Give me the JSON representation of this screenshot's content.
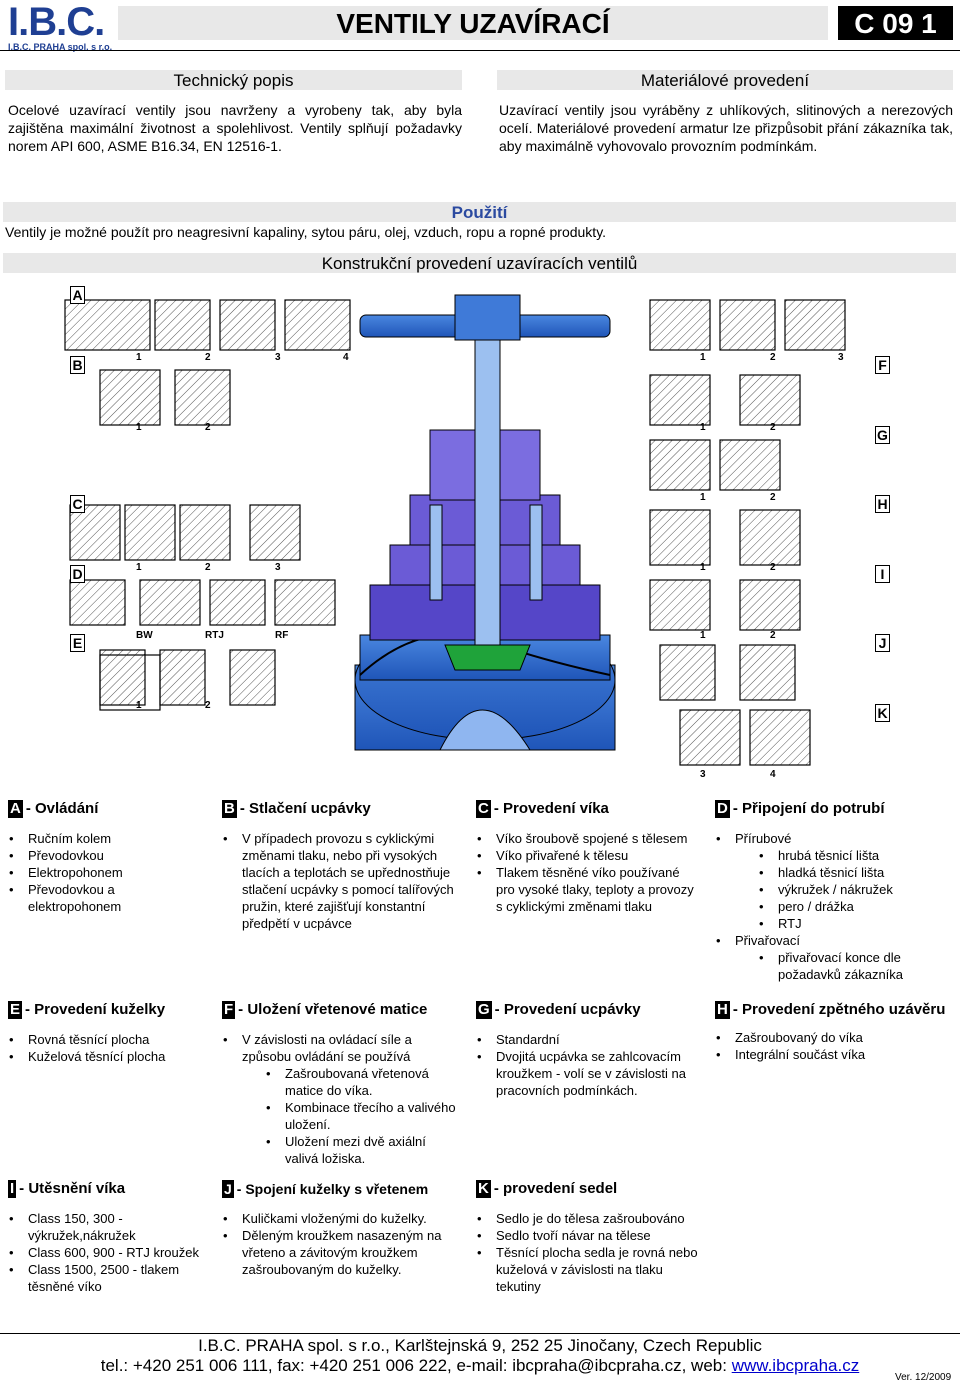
{
  "header": {
    "logo_text": "I.B.C.",
    "logo_sub": "I.B.C. PRAHA spol. s r.o.",
    "title": "VENTILY UZAVÍRACÍ",
    "code": "C 09 1"
  },
  "technical": {
    "heading": "Technický popis",
    "text": "Ocelové uzavírací ventily jsou navrženy a vyrobeny tak, aby byla zajištěna maximální životnost a spolehlivost. Ventily splňují požadavky norem API 600, ASME B16.34, EN 12516-1."
  },
  "material": {
    "heading": "Materiálové provedení",
    "text": "Uzavírací ventily jsou vyráběny z uhlíkových, slitinových a nerezových ocelí. Materiálové provedení armatur lze přizpůsobit přání zákazníka tak, aby maximálně vyhovovalo provozním podmínkám."
  },
  "usage": {
    "heading": "Použití",
    "text": "Ventily je možné použít pro neagresivní kapaliny, sytou páru, olej, vzduch, ropu a ropné produkty."
  },
  "construction": {
    "heading": "Konstrukční provedení uzavíracích ventilů",
    "left_labels": [
      "A",
      "B",
      "C",
      "D",
      "E"
    ],
    "right_labels": [
      "F",
      "G",
      "H",
      "I",
      "J",
      "K"
    ],
    "sub_B": [
      "1",
      "2",
      "3",
      "4"
    ],
    "sub_C": [
      "1",
      "2"
    ],
    "sub_D": [
      "1",
      "2",
      "3"
    ],
    "sub_E": [
      "BW",
      "RTJ",
      "RF"
    ],
    "sub_E2": [
      "1",
      "2"
    ],
    "sub_F": [
      "1",
      "2",
      "3"
    ],
    "sub_G": [
      "1",
      "2"
    ],
    "sub_H": [
      "1",
      "2"
    ],
    "sub_I": [
      "1",
      "2"
    ],
    "sub_J": [
      "1",
      "2"
    ],
    "sub_K": [
      "3",
      "4"
    ]
  },
  "sections": [
    {
      "letter": "A",
      "title": "- Ovládání",
      "items": [
        "Ručním kolem",
        "Převodovkou",
        "Elektropohonem",
        "Převodovkou a elektropohonem"
      ]
    },
    {
      "letter": "B",
      "title": "- Stlačení ucpávky",
      "items": [
        "V případech provozu s cyklickými změnami tlaku, nebo při vysokých tlacích a teplotách se upřednostňuje stlačení ucpávky s pomocí talířových pružin, které zajišťují konstantní předpětí v ucpávce"
      ]
    },
    {
      "letter": "C",
      "title": "- Provedení víka",
      "items": [
        "Víko šroubově spojené s tělesem",
        "Víko přivařené k tělesu",
        "Tlakem těsněné víko používané pro vysoké tlaky, teploty a provozy s cyklickými změnami tlaku"
      ]
    },
    {
      "letter": "D",
      "title": "- Připojení do potrubí",
      "items": [
        "Přírubové",
        "Přivařovací"
      ],
      "sub1": [
        "hrubá těsnicí lišta",
        "hladká těsnicí lišta",
        "výkružek / nákružek",
        "pero / drážka",
        "RTJ"
      ],
      "sub2": [
        "přivařovací konce dle požadavků zákazníka"
      ]
    },
    {
      "letter": "E",
      "title": "- Provedení kuželky",
      "items": [
        "Rovná těsnící plocha",
        "Kuželová těsnící plocha"
      ]
    },
    {
      "letter": "F",
      "title": "- Uložení vřetenové matice",
      "items": [
        "V závislosti na ovládací síle a způsobu ovládání se používá"
      ],
      "sub1": [
        "Zašroubovaná vřetenová matice do víka.",
        "Kombinace třecího a valivého uložení.",
        "Uložení mezi dvě axiální valivá ložiska."
      ]
    },
    {
      "letter": "G",
      "title": "- Provedení ucpávky",
      "items": [
        "Standardní",
        "Dvojitá ucpávka se zahlcovacím kroužkem - volí se v závislosti na pracovních podmínkách."
      ]
    },
    {
      "letter": "H",
      "title": "- Provedení zpětného uzávěru",
      "items": [
        "Zašroubovaný do víka",
        "Integrální součást víka"
      ]
    },
    {
      "letter": "I",
      "title": "- Utěsnění víka",
      "items": [
        "Class 150, 300 - výkružek,nákružek",
        "Class 600, 900 - RTJ kroužek",
        "Class 1500, 2500 - tlakem těsněné víko"
      ]
    },
    {
      "letter": "J",
      "title": "- Spojení kuželky s vřetenem",
      "items": [
        "Kuličkami vloženými do kuželky.",
        "Děleným kroužkem nasazeným na vřeteno a závitovým kroužkem zašroubovaným do kuželky."
      ]
    },
    {
      "letter": "K",
      "title": "- provedení sedel",
      "items": [
        "Sedlo je do tělesa zašroubováno",
        "Sedlo tvoří návar na tělese",
        "Těsnící plocha sedla je rovná nebo kuželová v závislosti na tlaku tekutiny"
      ]
    }
  ],
  "footer": {
    "line1": "I.B.C. PRAHA spol. s r.o., Karlštejnská 9, 252 25 Jinočany, Czech Republic",
    "line2": "tel.: +420 251 006 111, fax: +420 251 006 222, e-mail: ibcpraha@ibcpraha.cz, web: ",
    "web": "www.ibcpraha.cz",
    "version": "Ver. 12/2009"
  },
  "colors": {
    "brand": "#1f3f93",
    "valve_blue": "#2f6fd0",
    "bonnet_purple": "#6b5bd6",
    "disc_green": "#1fa33a"
  }
}
